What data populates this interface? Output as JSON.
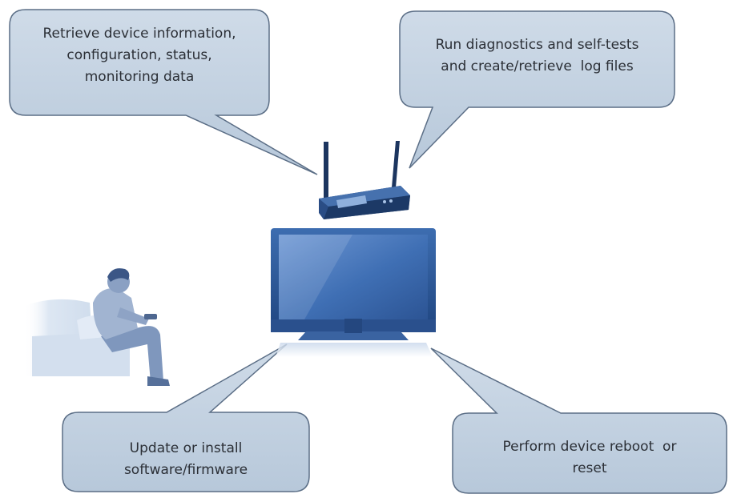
{
  "bubbles": {
    "top_left": {
      "lines": [
        "Retrieve device information,",
        "configuration, status,",
        "monitoring data"
      ]
    },
    "top_right": {
      "lines": [
        "Run diagnostics and self-tests",
        "and create/retrieve  log files"
      ]
    },
    "bottom_left": {
      "lines": [
        "Update or install",
        "software/firmware"
      ]
    },
    "bottom_right": {
      "lines": [
        "Perform device reboot  or",
        "reset"
      ]
    }
  },
  "colors": {
    "bubble_fill": "#c3d1e0",
    "bubble_stroke": "#5b6e86",
    "device_dark": "#1f3f72",
    "device_mid": "#3563a5",
    "screen": "#4c7bbf",
    "person": "#7c93b8",
    "couch": "#dbe5f1"
  }
}
